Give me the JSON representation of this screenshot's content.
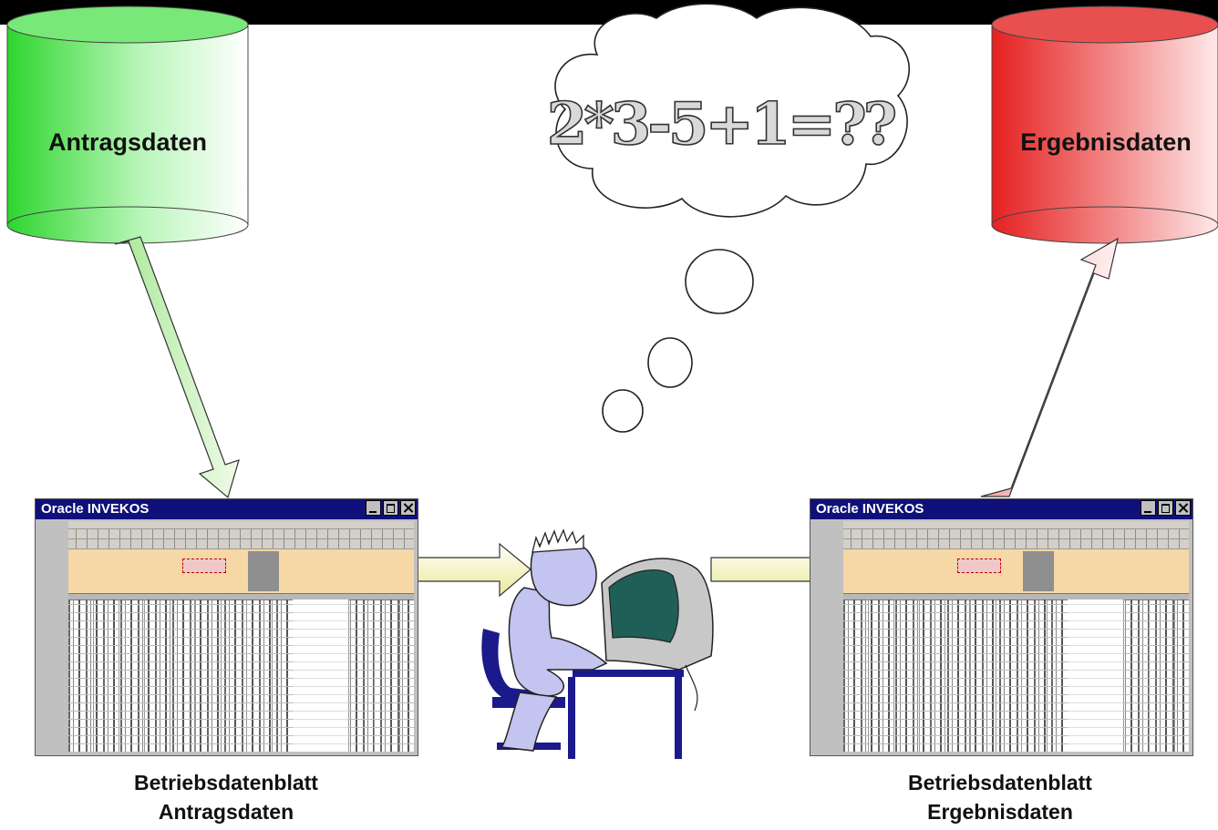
{
  "databases": {
    "input": {
      "label": "Antragsdaten",
      "color": "#33e633"
    },
    "output": {
      "label": "Ergebnisdaten",
      "color": "#e62a2a"
    }
  },
  "thought": {
    "formula": "2*3-5+1=??"
  },
  "windows": {
    "left": {
      "title": "Oracle INVEKOS"
    },
    "right": {
      "title": "Oracle INVEKOS"
    }
  },
  "captions": {
    "left": {
      "line1": "Betriebsdatenblatt",
      "line2": "Antragsdaten"
    },
    "right": {
      "line1": "Betriebsdatenblatt",
      "line2": "Ergebnisdaten"
    }
  },
  "colors": {
    "input_arrow": "#c8f0b8",
    "output_arrow": "#f0c8c8",
    "flow_arrow": "#fafad0",
    "person": "#c4c4f0",
    "chair": "#1a1a8c",
    "monitor_screen": "#1f5f57",
    "window_title_bar": "#10107a"
  }
}
